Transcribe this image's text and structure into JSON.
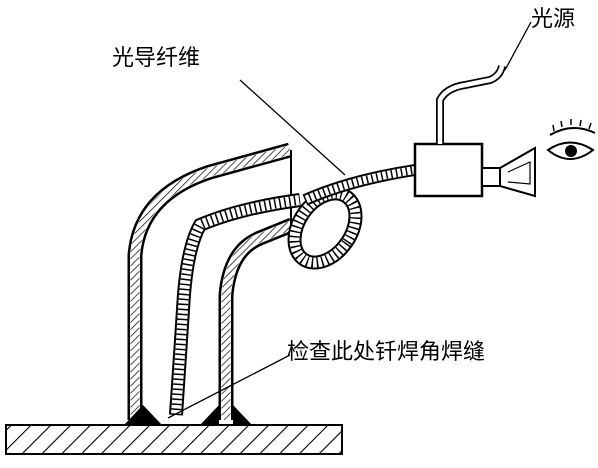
{
  "labels": {
    "light_source": "光源",
    "optical_fiber": "光导纤维",
    "inspect_point": "检查此处钎焊角焊缝"
  },
  "colors": {
    "line": "#000000",
    "background": "#ffffff"
  },
  "icons": {
    "eye": "eye-icon"
  }
}
